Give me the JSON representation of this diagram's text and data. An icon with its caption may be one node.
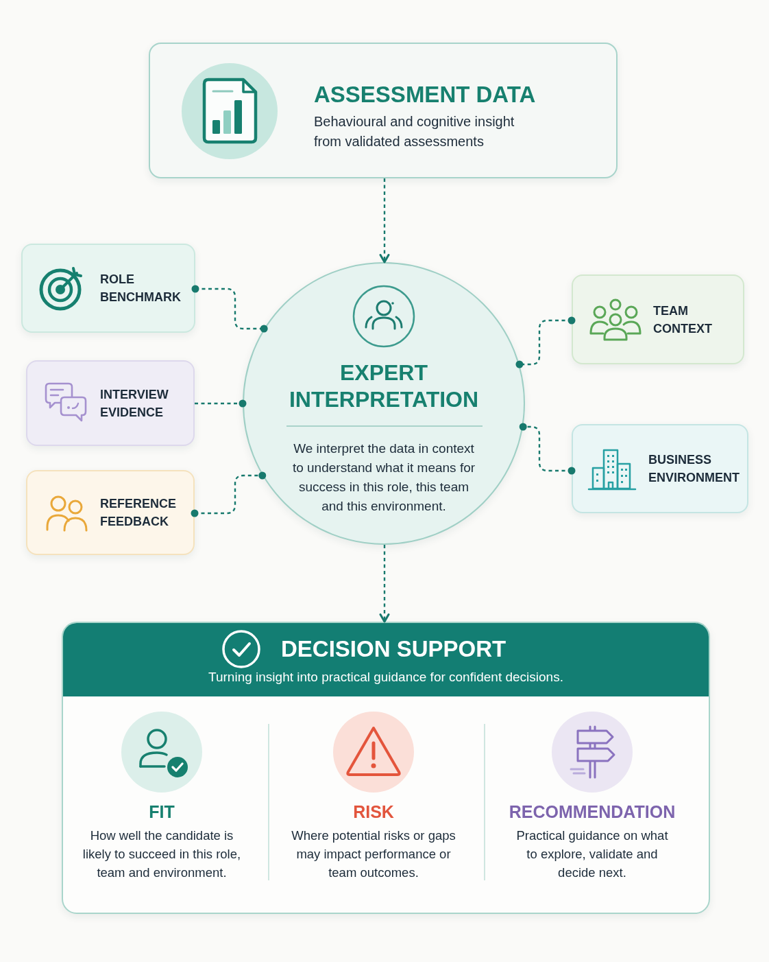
{
  "diagram": {
    "nodes": [
      {
        "text": [
          "ASSESSMENT DATA",
          "Behavioural and cognitive insight from validated assessments"
        ]
      },
      {
        "text": [
          "ROLE BENCHMARK"
        ]
      },
      {
        "text": [
          "INTERVIEW EVIDENCE"
        ]
      },
      {
        "text": [
          "REFERENCE FEEDBACK"
        ]
      },
      {
        "text": [
          "EXPERT INTERPRETATION",
          "We interpret the data in context to understand what it means for success in this role, this team and this environment."
        ]
      },
      {
        "text": [
          "TEAM CONTEXT"
        ]
      },
      {
        "text": [
          "BUSINESS ENVIRONMENT"
        ]
      },
      {
        "text": [
          "DECISION SUPPORT",
          "Turning insight into practical guidance for confident decisions.",
          "FIT",
          "How well the candidate is likely to succeed in this role, team and environment.",
          "RISK",
          "Where potential risks or gaps may impact performance or team outcomes.",
          "RECOMMENDATION",
          "Practical guidance on what to explore, validate and decide next."
        ]
      }
    ],
    "edges": [
      {
        "from": 0,
        "to": 4,
        "arrow": "to",
        "style": "dashed"
      },
      {
        "from": 1,
        "to": 4,
        "arrow": "other",
        "style": "dashed"
      },
      {
        "from": 2,
        "to": 4,
        "arrow": "other",
        "style": "dashed"
      },
      {
        "from": 3,
        "to": 4,
        "arrow": "other",
        "style": "dashed"
      },
      {
        "from": 5,
        "to": 4,
        "arrow": "other",
        "style": "dashed"
      },
      {
        "from": 6,
        "to": 4,
        "arrow": "other",
        "style": "dashed"
      },
      {
        "from": 4,
        "to": 7,
        "arrow": "to",
        "style": "dashed"
      }
    ]
  }
}
